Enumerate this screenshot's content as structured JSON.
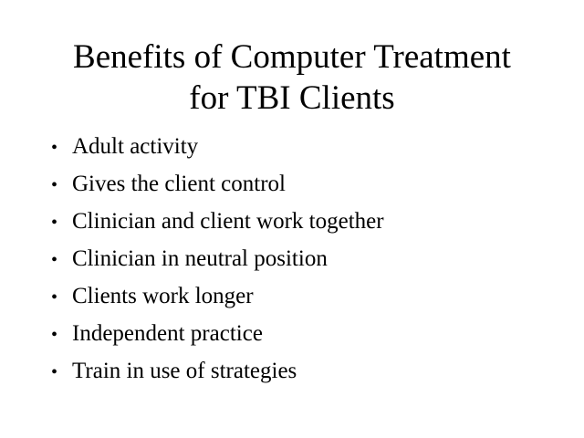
{
  "slide": {
    "title_line1": "Benefits of Computer Treatment",
    "title_line2": "for TBI Clients",
    "bullet_glyph": "•",
    "bullets": [
      "Adult activity",
      "Gives the client control",
      "Clinician and client work together",
      "Clinician in neutral position",
      "Clients work longer",
      "Independent practice",
      "Train in use of strategies"
    ]
  }
}
